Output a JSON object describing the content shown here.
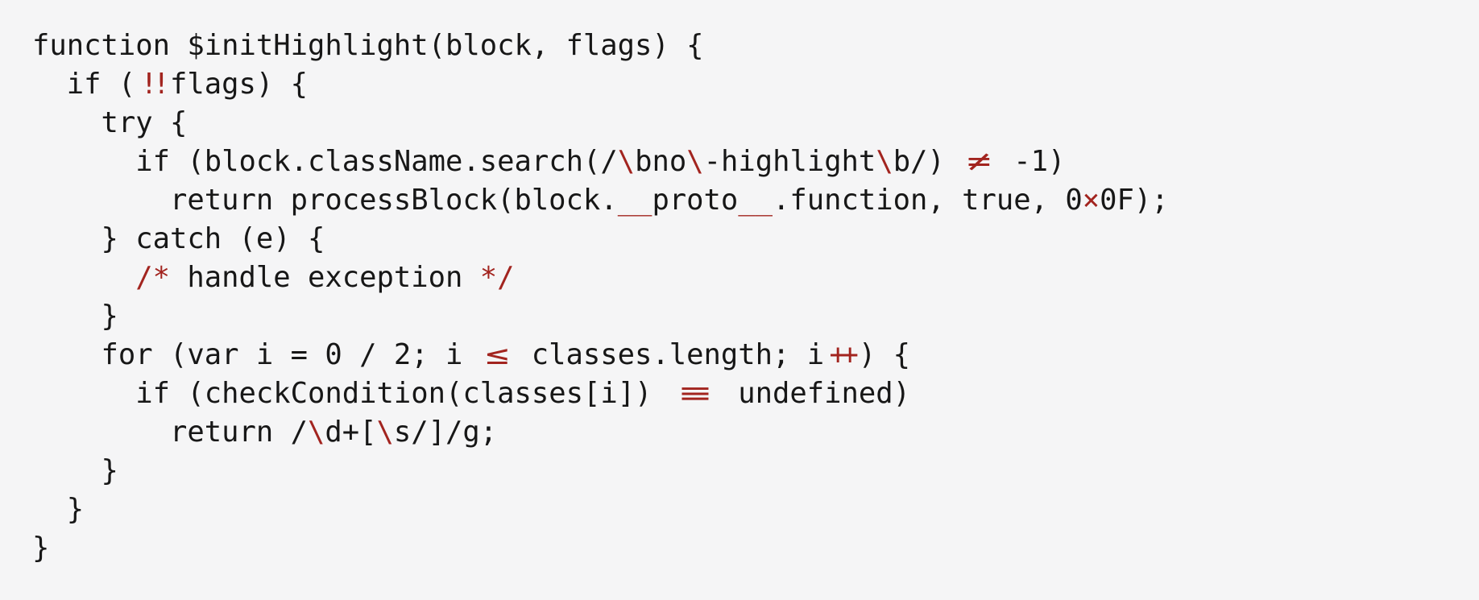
{
  "colors": {
    "background": "#f5f5f6",
    "text": "#171717",
    "ligature": "#a2241f"
  },
  "code": {
    "language": "javascript",
    "lines": [
      {
        "indent": 0,
        "segs": [
          {
            "t": "function $initHighlight(block, flags) {",
            "lig": false
          }
        ]
      },
      {
        "indent": 2,
        "segs": [
          {
            "t": "if (",
            "lig": false
          },
          {
            "t": "!!",
            "lig": true,
            "w": 2,
            "ls": "-0.28ch"
          },
          {
            "t": "flags) {",
            "lig": false
          }
        ]
      },
      {
        "indent": 4,
        "segs": [
          {
            "t": "try {",
            "lig": false
          }
        ]
      },
      {
        "indent": 6,
        "segs": [
          {
            "t": "if (block.className.search(/",
            "lig": false
          },
          {
            "t": "\\",
            "lig": true
          },
          {
            "t": "bno",
            "lig": false
          },
          {
            "t": "\\",
            "lig": true
          },
          {
            "t": "-highlight",
            "lig": false
          },
          {
            "t": "\\",
            "lig": true
          },
          {
            "t": "b/) ",
            "lig": false
          },
          {
            "t": "≠",
            "lig": true,
            "w": 2,
            "sx": 1.4
          },
          {
            "t": " -1)",
            "lig": false
          }
        ]
      },
      {
        "indent": 8,
        "segs": [
          {
            "t": "return processBlock(block.",
            "lig": false
          },
          {
            "t": "__",
            "lig": true
          },
          {
            "t": "proto",
            "lig": false
          },
          {
            "t": "__",
            "lig": true
          },
          {
            "t": ".function, true, 0",
            "lig": false
          },
          {
            "t": "×",
            "lig": true
          },
          {
            "t": "0F);",
            "lig": false
          }
        ]
      },
      {
        "indent": 4,
        "segs": [
          {
            "t": "} catch (e) {",
            "lig": false
          }
        ]
      },
      {
        "indent": 6,
        "segs": [
          {
            "t": "/*",
            "lig": true
          },
          {
            "t": " handle exception ",
            "lig": false
          },
          {
            "t": "*/",
            "lig": true
          }
        ]
      },
      {
        "indent": 4,
        "segs": [
          {
            "t": "}",
            "lig": false
          }
        ]
      },
      {
        "indent": 4,
        "segs": [
          {
            "t": "for (var i = 0 / 2; i ",
            "lig": false
          },
          {
            "t": "≤",
            "lig": true,
            "w": 2,
            "sx": 1.35
          },
          {
            "t": " classes.length; i",
            "lig": false
          },
          {
            "t": "++",
            "lig": true,
            "w": 2,
            "ls": "-0.3ch"
          },
          {
            "t": ") {",
            "lig": false
          }
        ]
      },
      {
        "indent": 6,
        "segs": [
          {
            "t": "if (checkCondition(classes[i]) ",
            "lig": false
          },
          {
            "t": "≡",
            "lig": true,
            "w": 3,
            "sx": 1.8
          },
          {
            "t": " undefined)",
            "lig": false
          }
        ]
      },
      {
        "indent": 8,
        "segs": [
          {
            "t": "return /",
            "lig": false
          },
          {
            "t": "\\",
            "lig": true
          },
          {
            "t": "d+[",
            "lig": false
          },
          {
            "t": "\\",
            "lig": true
          },
          {
            "t": "s/]/g;",
            "lig": false
          }
        ]
      },
      {
        "indent": 4,
        "segs": [
          {
            "t": "}",
            "lig": false
          }
        ]
      },
      {
        "indent": 2,
        "segs": [
          {
            "t": "}",
            "lig": false
          }
        ]
      },
      {
        "indent": 0,
        "segs": [
          {
            "t": "}",
            "lig": false
          }
        ]
      }
    ]
  }
}
